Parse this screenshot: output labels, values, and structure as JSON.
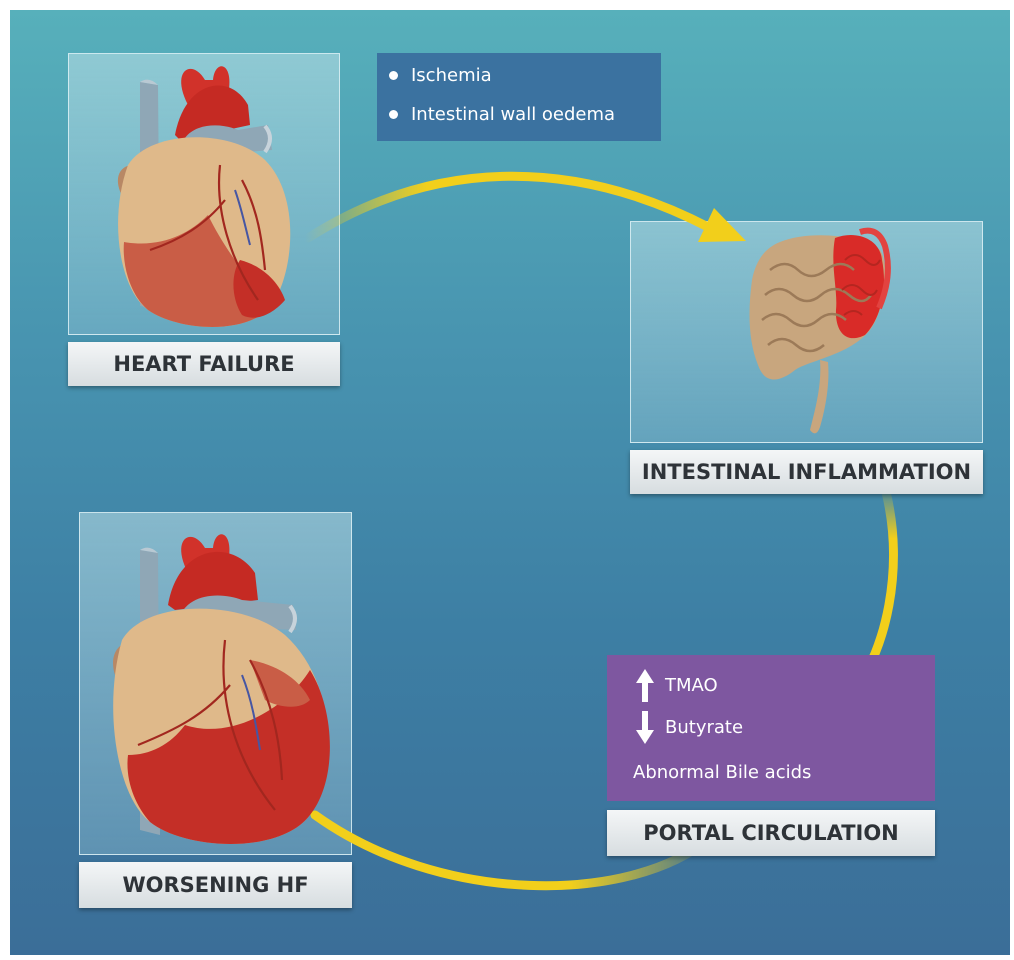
{
  "boxes": {
    "heart_failure": {
      "label": "HEART FAILURE",
      "image": "healthy-heart-icon"
    },
    "intestinal_inflammation": {
      "label": "INTESTINAL INFLAMMATION",
      "image": "inflamed-intestine-icon"
    },
    "portal_circulation": {
      "label": "PORTAL CIRCULATION"
    },
    "worsening_hf": {
      "label": "WORSENING HF",
      "image": "damaged-heart-icon"
    }
  },
  "intestine_effects": [
    "Ischemia",
    "Intestinal wall oedema"
  ],
  "portal_changes": {
    "up": {
      "text": "TMAO",
      "icon": "arrow-up-icon"
    },
    "down": {
      "text": "Butyrate",
      "icon": "arrow-down-icon"
    },
    "other": "Abnormal Bile acids"
  },
  "colors": {
    "background_top": "#57b0bb",
    "background_bottom": "#3b6e98",
    "arrow": "#f2cf1b",
    "portal_box": "#7e57a0",
    "effects_box": "#3b72a0"
  }
}
